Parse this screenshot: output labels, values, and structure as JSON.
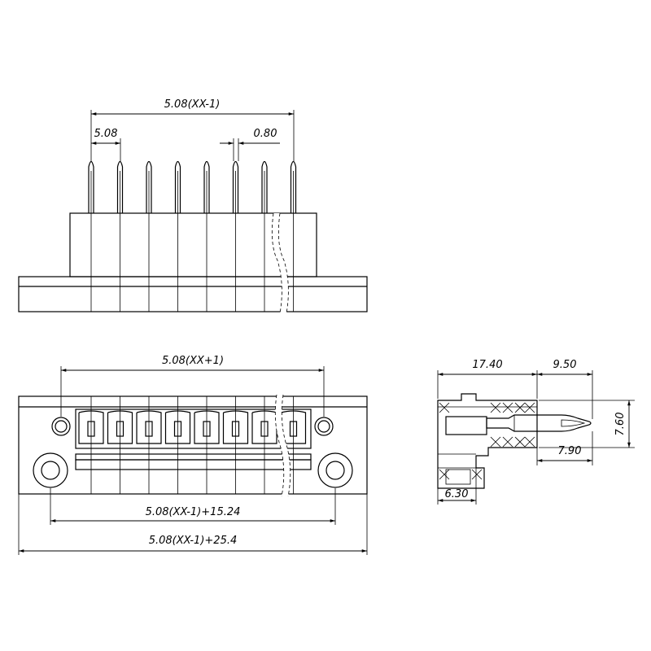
{
  "dimensions": {
    "top_span": "5.08(XX-1)",
    "top_pitch": "5.08",
    "pin_width": "0.80",
    "front_span": "5.08(XX+1)",
    "front_mount": "5.08(XX-1)+15.24",
    "front_overall": "5.08(XX-1)+25.4",
    "side_depth": "17.40",
    "side_pin_length": "9.50",
    "side_height": "7.60",
    "side_pin_offset": "7.90",
    "side_flange": "6.30"
  },
  "colors": {
    "line": "#000000",
    "background": "#ffffff"
  }
}
